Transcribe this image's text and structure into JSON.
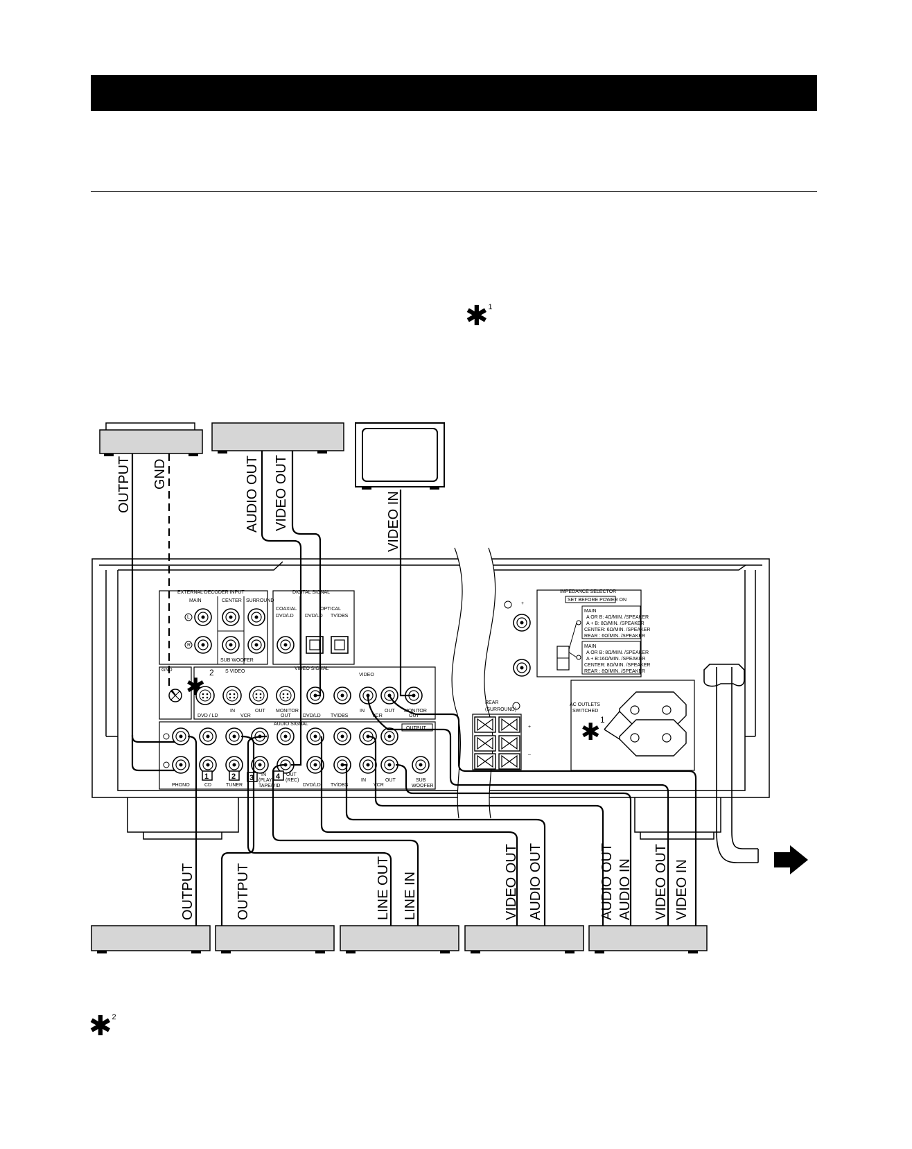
{
  "notes": {
    "top_star_sup": "1",
    "bottom_star_sup": "2"
  },
  "top_devices": {
    "turntable": {
      "labels": [
        "OUTPUT",
        "GND"
      ]
    },
    "vcr_top": {
      "labels": [
        "AUDIO OUT",
        "VIDEO OUT"
      ]
    },
    "monitor": {
      "labels": [
        "VIDEO IN"
      ]
    }
  },
  "bottom_devices": {
    "cd": {
      "labels": [
        "OUTPUT"
      ]
    },
    "tuner": {
      "labels": [
        "OUTPUT"
      ]
    },
    "tape": {
      "labels": [
        "LINE OUT",
        "LINE IN"
      ]
    },
    "dvd": {
      "labels": [
        "VIDEO OUT",
        "AUDIO OUT"
      ]
    },
    "vcr": {
      "labels": [
        "AUDIO OUT",
        "AUDIO IN",
        "VIDEO OUT",
        "VIDEO IN"
      ]
    }
  },
  "panel": {
    "ext_decoder": "EXTERNAL DECODER INPUT",
    "main": "MAIN",
    "center": "CENTER",
    "surround": "SURROUND",
    "sub_woofer": "SUB WOOFER",
    "L": "L",
    "R": "R",
    "digital_signal": "DIGITAL SIGNAL",
    "coaxial": "COAXIAL",
    "dvd_ld_coax": "DVD/LD",
    "optical": "OPTICAL",
    "dvd_ld_opt": "DVD/LD",
    "tv_dbs_opt": "TV/DBS",
    "gnd": "GND",
    "s_video": "S VIDEO",
    "video_signal": "VIDEO SIGNAL",
    "video": "VIDEO",
    "sv_dvd": "DVD / LD",
    "sv_in": "IN",
    "sv_vcr": "VCR",
    "sv_out": "OUT",
    "sv_monitor": "MONITOR",
    "sv_monitor_out": "OUT",
    "v_dvd": "DVD/LD",
    "v_tv": "TV/DBS",
    "v_in": "IN",
    "v_vcr": "VCR",
    "v_out": "OUT",
    "v_monitor": "MONITOR",
    "v_monitor_out": "OUT",
    "audio_signal": "AUDIO SIGNAL",
    "output": "OUTPUT",
    "phono": "PHONO",
    "cd": "CD",
    "tuner": "TUNER",
    "tape_in": "IN",
    "tape_play": "(PLAY)",
    "tape_vid": "TAPE/VID",
    "tape_out": "OUT",
    "tape_rec": "(REC)",
    "a_dvd": "DVD/LD",
    "a_tv": "TV/DBS",
    "a_in": "IN",
    "a_vcr": "VCR",
    "a_out": "OUT",
    "sub": "SUB",
    "woofer": "WOOFER",
    "num1": "1",
    "num2": "2",
    "num3": "3",
    "num4": "4",
    "impedance": "IMPEDANCE SELECTOR",
    "set_before": "SET BEFORE POWER ON",
    "imp1": [
      "MAIN",
      "A OR B: 4Ω/MIN. /SPEAKER",
      "A + B: 8Ω/MIN. /SPEAKER",
      "CENTER: 6Ω/MIN. /SPEAKER",
      "REAR   : 6Ω/MIN. /SPEAKER"
    ],
    "imp2": [
      "MAIN",
      "A OR B: 8Ω/MIN. /SPEAKER",
      "A + B:16Ω/MIN. /SPEAKER",
      "CENTER: 8Ω/MIN. /SPEAKER",
      "REAR   : 8Ω/MIN. /SPEAKER"
    ],
    "rear": "REAR",
    "surround_paren": "(SURROUND)",
    "plus": "+",
    "minus": "–",
    "ac_outlets": "AC OUTLETS",
    "switched": "SWITCHED",
    "panel_star_sup": "1",
    "gnd_star_sup": "2"
  }
}
